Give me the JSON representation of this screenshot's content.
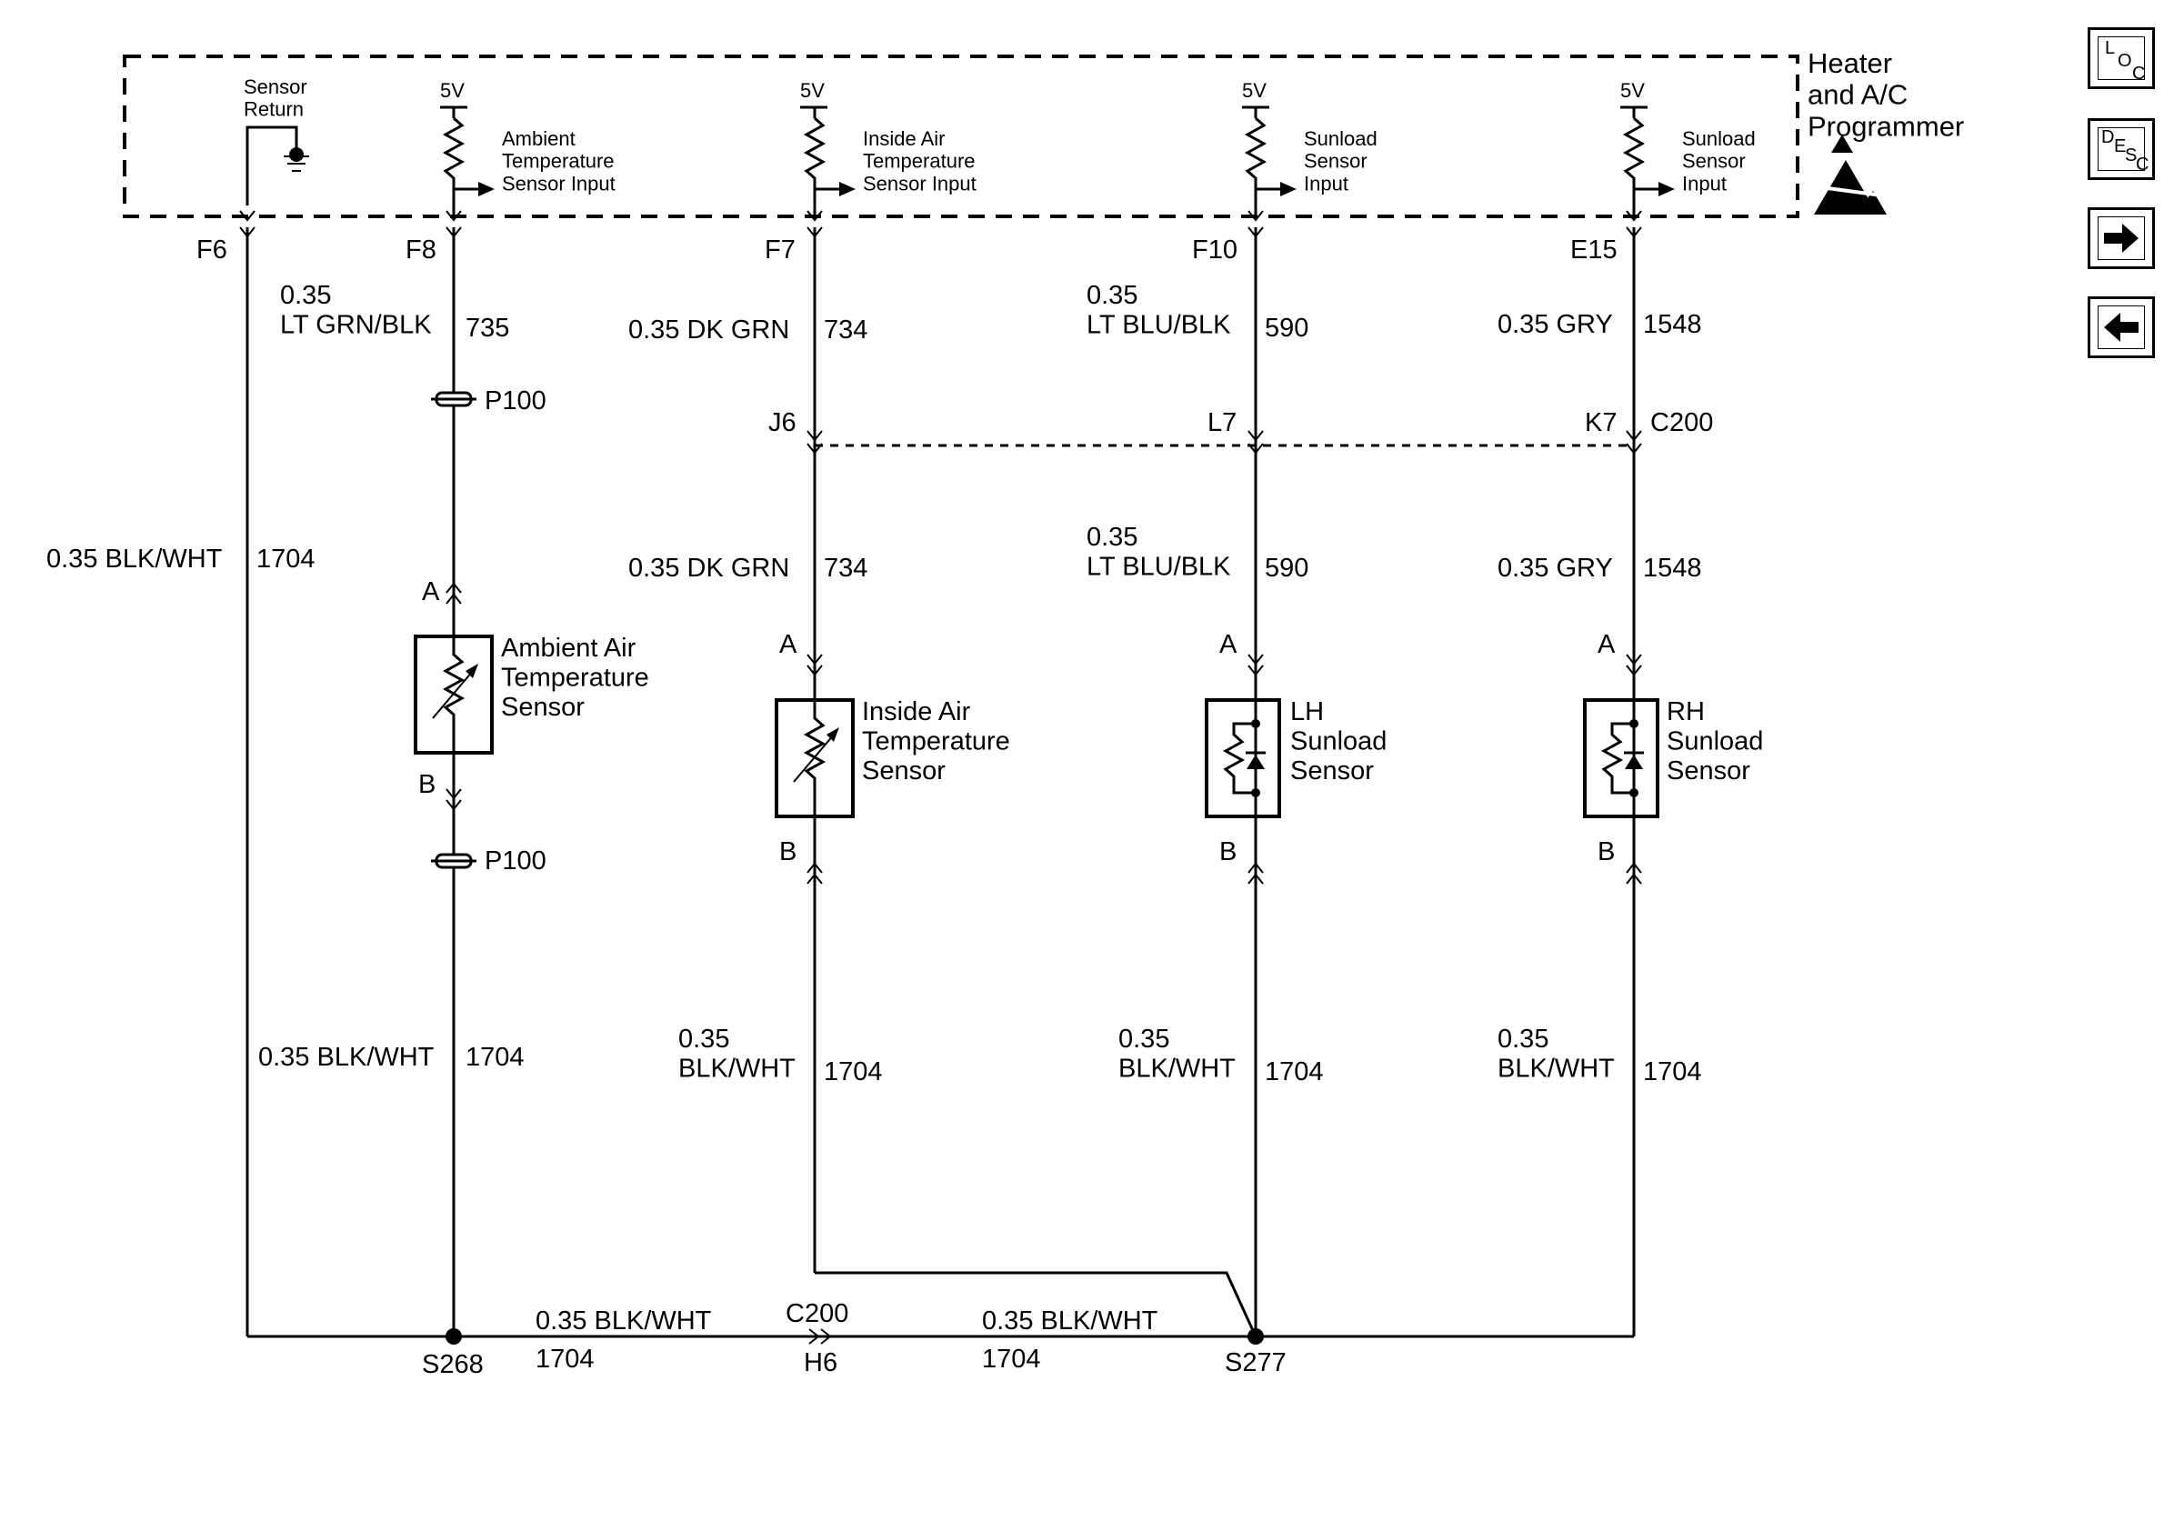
{
  "module": {
    "name": "Heater\nand A/C\nProgrammer",
    "supply": "5V",
    "sensor_return_label": "Sensor\nReturn",
    "inputs": [
      "Ambient\nTemperature\nSensor Input",
      "Inside Air\nTemperature\nSensor Input",
      "Sunload\nSensor\nInput",
      "Sunload\nSensor\nInput"
    ],
    "pins": [
      "F6",
      "F8",
      "F7",
      "F10",
      "E15"
    ]
  },
  "wires": {
    "c1_main": "0.35 BLK/WHT",
    "c1_circuit": "1704",
    "c2_top": "0.35\nLT GRN/BLK",
    "c2_top_circuit": "735",
    "c2_bottom": "0.35 BLK/WHT",
    "c2_bottom_circuit": "1704",
    "c3_top": "0.35 DK GRN",
    "c3_top_circuit": "734",
    "c3_mid": "0.35 DK GRN",
    "c3_mid_circuit": "734",
    "c3_bottom": "0.35\nBLK/WHT",
    "c3_bottom_circuit": "1704",
    "c4_top": "0.35\nLT BLU/BLK",
    "c4_top_circuit": "590",
    "c4_mid": "0.35\nLT BLU/BLK",
    "c4_mid_circuit": "590",
    "c4_bottom": "0.35\nBLK/WHT",
    "c4_bottom_circuit": "1704",
    "c5_top": "0.35 GRY",
    "c5_top_circuit": "1548",
    "c5_mid": "0.35 GRY",
    "c5_mid_circuit": "1548",
    "c5_bottom": "0.35\nBLK/WHT",
    "c5_bottom_circuit": "1704",
    "ground_left": "0.35 BLK/WHT",
    "ground_left_circuit": "1704",
    "ground_right": "0.35 BLK/WHT",
    "ground_right_circuit": "1704"
  },
  "connectors": {
    "p100": "P100",
    "c200": "C200",
    "c200_pins": [
      "J6",
      "L7",
      "K7"
    ],
    "c200_ground_pin": "H6",
    "pin_a": "A",
    "pin_b": "B"
  },
  "splices": [
    "S268",
    "S277"
  ],
  "components": {
    "ambient": "Ambient Air\nTemperature\nSensor",
    "inside": "Inside Air\nTemperature\nSensor",
    "lh": "LH\nSunload\nSensor",
    "rh": "RH\nSunload\nSensor"
  },
  "nav": {
    "loc": [
      "L",
      "O",
      "C"
    ],
    "desc": [
      "D",
      "E",
      "S",
      "C"
    ],
    "next_icon": "arrow-right-icon",
    "prev_icon": "arrow-left-icon"
  }
}
